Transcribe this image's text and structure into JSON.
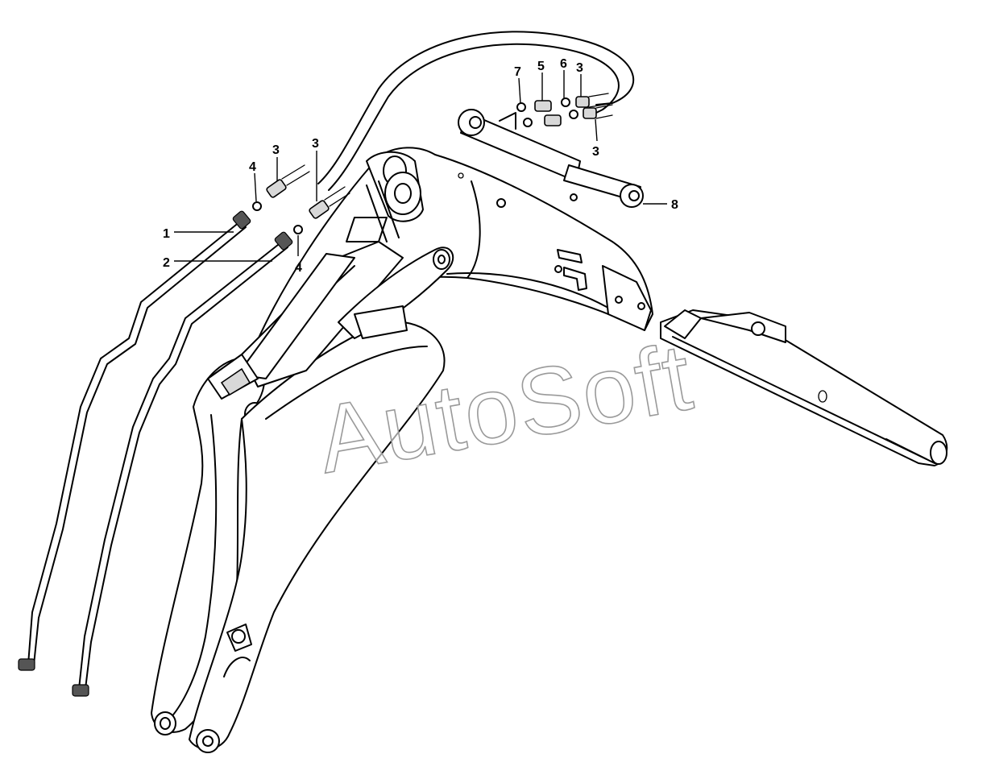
{
  "watermark": "AutoSoft",
  "callouts": {
    "c1": "1",
    "c2": "2",
    "c3a": "3",
    "c3b": "3",
    "c3c": "3",
    "c3d": "3",
    "c4a": "4",
    "c4b": "4",
    "c5": "5",
    "c6": "6",
    "c7": "7",
    "c8": "8"
  }
}
